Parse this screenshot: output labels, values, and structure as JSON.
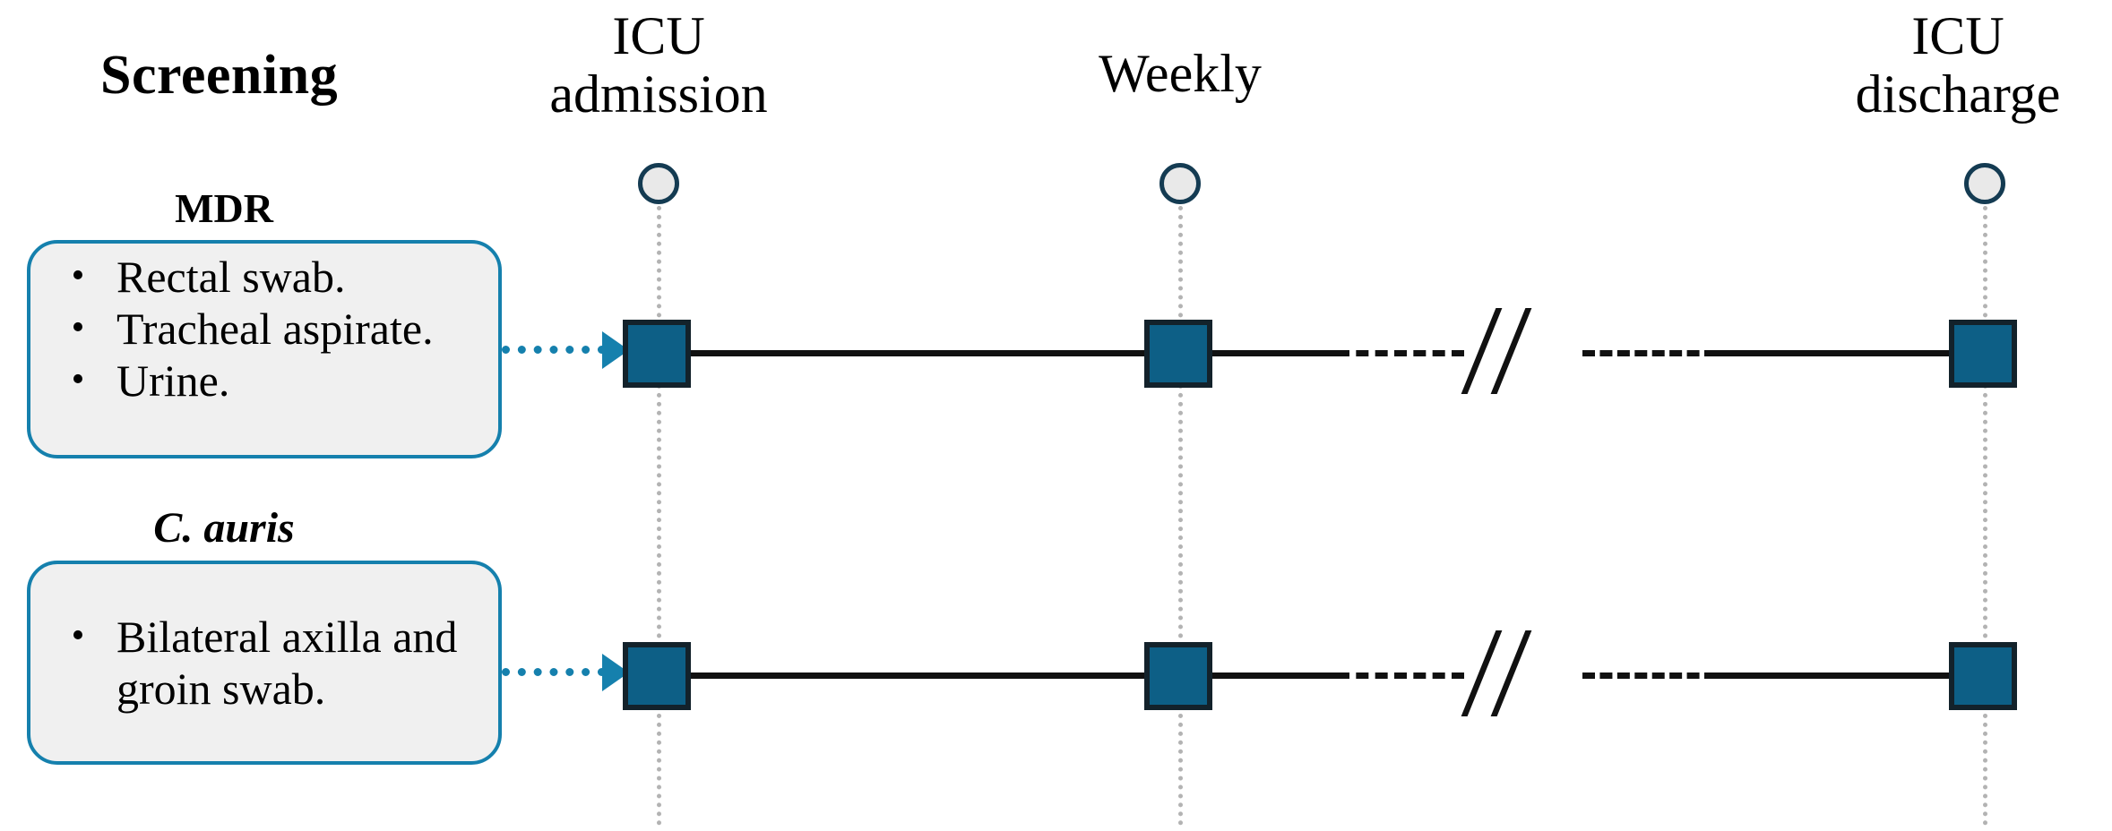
{
  "figure": {
    "title": "Screening",
    "background_color": "#ffffff"
  },
  "colors": {
    "accent_teal": "#1580ad",
    "square_fill": "#0d5f86",
    "square_border": "#13222b",
    "circle_border": "#143b52",
    "circle_fill": "#e9e9e9",
    "box_fill": "#f0f0f0",
    "line_black": "#111111",
    "guide_gray": "#b3b3b3"
  },
  "timeline": {
    "milestones": [
      {
        "id": "icu-admission",
        "label_line1": "ICU",
        "label_line2": "admission"
      },
      {
        "id": "weekly",
        "label_line1": "Weekly",
        "label_line2": ""
      },
      {
        "id": "icu-discharge",
        "label_line1": "ICU",
        "label_line2": "discharge"
      }
    ],
    "break_symbol": "//"
  },
  "groups": [
    {
      "id": "mdr",
      "label": "MDR",
      "label_style": "bold",
      "items": [
        {
          "bullet": "•",
          "text": "Rectal swab."
        },
        {
          "bullet": "•",
          "text": "Tracheal aspirate."
        },
        {
          "bullet": "•",
          "text": "Urine."
        }
      ]
    },
    {
      "id": "c-auris",
      "label": "C. auris",
      "label_style": "bold-italic",
      "items": [
        {
          "bullet": "•",
          "text": "Bilateral axilla and groin swab."
        }
      ]
    }
  ]
}
